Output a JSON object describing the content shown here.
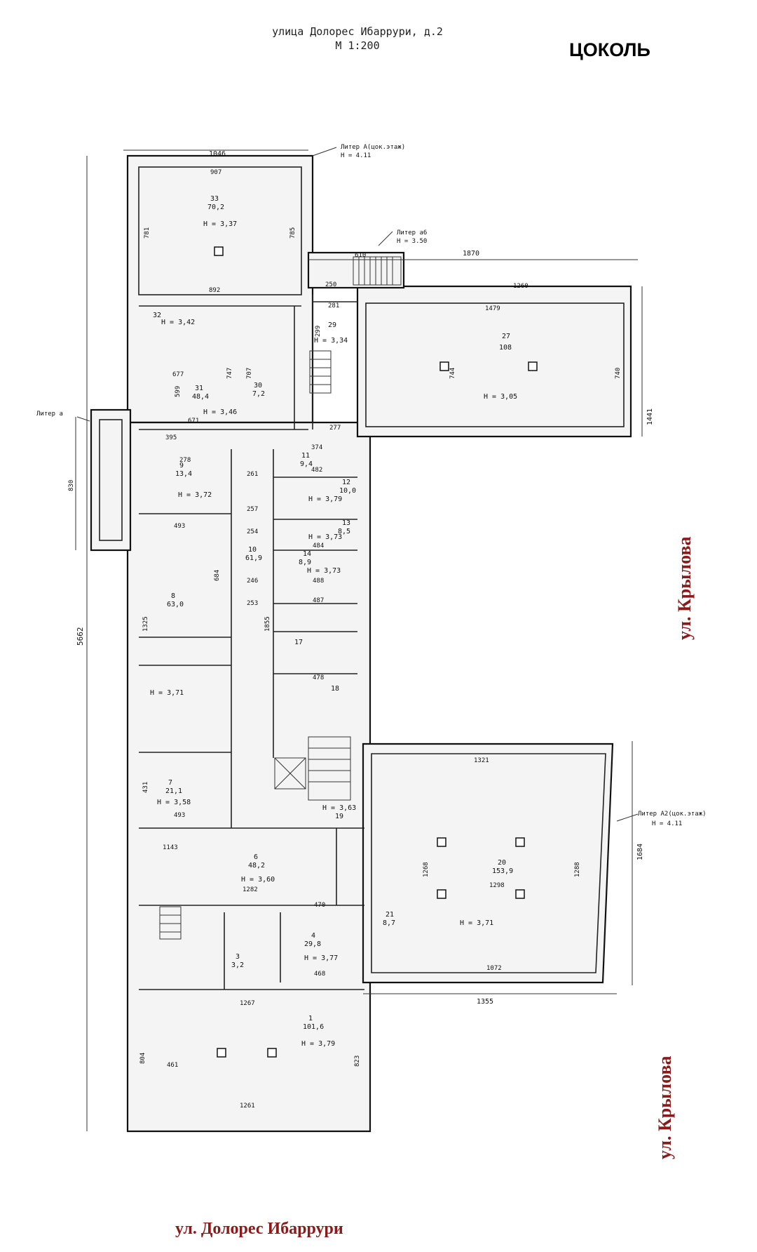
{
  "header": {
    "address": "улица Долорес Ибаррури, д.2",
    "scale": "М 1:200",
    "floor_badge": "ЦОКОЛЬ"
  },
  "streets": {
    "bottom": "ул. Долорес Ибаррури",
    "right_top": "ул. Крылова",
    "right_bottom": "ул. Крылова"
  },
  "liter_notes": {
    "a_line1": "Литер А(цок.этаж)",
    "a_line2": "Н = 4.11",
    "a2b_line1": "Литер а6",
    "a2b_line2": "Н = 3.50",
    "a_left": "Литер а",
    "a2_line1": "Литер А2(цок.этаж)",
    "a2_line2": "Н = 4.11"
  },
  "overall_dims": {
    "left_total": "5662",
    "top_width": "1046",
    "right_ext": "1870",
    "bottom_right": "1355",
    "right_1441": "1441",
    "right_1684": "1684",
    "left_ext": "830"
  },
  "rooms": [
    {
      "num": "33",
      "area": "70,2",
      "height": "Н = 3,37"
    },
    {
      "num": "32",
      "area": "",
      "height": "Н = 3,42"
    },
    {
      "num": "29",
      "area": "",
      "height": "Н = 3,34"
    },
    {
      "num": "27",
      "area": "108",
      "height": "Н = 3,05"
    },
    {
      "num": "31",
      "area": "48,4",
      "height": "Н = 3,46"
    },
    {
      "num": "30",
      "area": "7,2",
      "height": ""
    },
    {
      "num": "9",
      "area": "13,4",
      "height": "Н = 3,72"
    },
    {
      "num": "11",
      "area": "9,4",
      "height": ""
    },
    {
      "num": "12",
      "area": "10,0",
      "height": "Н = 3,79"
    },
    {
      "num": "13",
      "area": "8,5",
      "height": "Н = 3,73"
    },
    {
      "num": "14",
      "area": "8,9",
      "height": "Н = 3,73"
    },
    {
      "num": "10",
      "area": "61,9",
      "height": ""
    },
    {
      "num": "8",
      "area": "63,0",
      "height": ""
    },
    {
      "num": "17",
      "area": "",
      "height": ""
    },
    {
      "num": "18",
      "area": "",
      "height": ""
    },
    {
      "num": "",
      "area": "",
      "height": "Н = 3,71"
    },
    {
      "num": "7",
      "area": "21,1",
      "height": "Н = 3,58"
    },
    {
      "num": "20",
      "area": "153,9",
      "height": "Н = 3,71"
    },
    {
      "num": "6",
      "area": "48,2",
      "height": "Н = 3,60"
    },
    {
      "num": "4",
      "area": "29,8",
      "height": "Н = 3,77"
    },
    {
      "num": "3",
      "area": "3,2",
      "height": ""
    },
    {
      "num": "21",
      "area": "8,7",
      "height": ""
    },
    {
      "num": "1",
      "area": "101,6",
      "height": "Н = 3,79"
    },
    {
      "num": "19",
      "area": "",
      "height": "Н = 3,63"
    }
  ],
  "dims": {
    "r33_top": "907",
    "r33_bottom": "892",
    "r33_side": "781",
    "r33_side_r": "785",
    "r27_top": "1479",
    "r27_top2": "1260",
    "r27_side": "744",
    "r27_side_r": "740",
    "r31_a": "677",
    "r31_b": "599",
    "r31_c": "671",
    "r31_d": "747",
    "r31_e": "707",
    "r10_a": "261",
    "r10_b": "257",
    "r10_c": "254",
    "r10_d": "246",
    "r10_e": "253",
    "r8_a": "493",
    "r8_b": "684",
    "r8_c": "1325",
    "r7_a": "493",
    "r7_b": "431",
    "r20_a": "1321",
    "r20_b": "1072",
    "r20_c": "1288",
    "r20_d": "1298",
    "r20_e": "1268",
    "r6_a": "1143",
    "r6_b": "1282",
    "r1_a": "1267",
    "r1_b": "1261",
    "r1_c": "804",
    "r1_d": "823",
    "r1_e": "461",
    "misc_1": "610",
    "misc_2": "250",
    "misc_3": "281",
    "misc_4": "299",
    "misc_5": "395",
    "misc_6": "278",
    "misc_7": "374",
    "misc_8": "277",
    "misc_9": "482",
    "misc_10": "484",
    "misc_11": "488",
    "misc_12": "487",
    "misc_13": "1855",
    "misc_14": "478",
    "misc_15": "470",
    "misc_16": "468"
  },
  "colors": {
    "street_text": "#8b1a1a",
    "lines": "#111111"
  }
}
